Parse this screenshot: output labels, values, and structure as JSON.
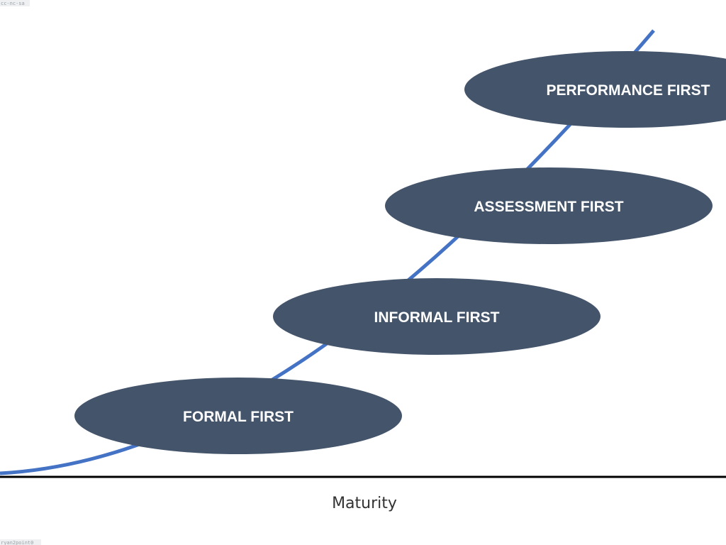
{
  "diagram": {
    "stages": [
      {
        "label": "FORMAL FIRST"
      },
      {
        "label": "INFORMAL FIRST"
      },
      {
        "label": "ASSESSMENT FIRST"
      },
      {
        "label": "PERFORMANCE FIRST"
      }
    ],
    "axis_label": "Maturity",
    "watermark_top": "cc-nc-sa",
    "watermark_bottom": "ryan2point0"
  },
  "colors": {
    "curve": "#4472c4",
    "ellipse_fill": "#44546a",
    "label_text": "#ffffff",
    "axis": "#000000",
    "axis_label_text": "#333333"
  }
}
